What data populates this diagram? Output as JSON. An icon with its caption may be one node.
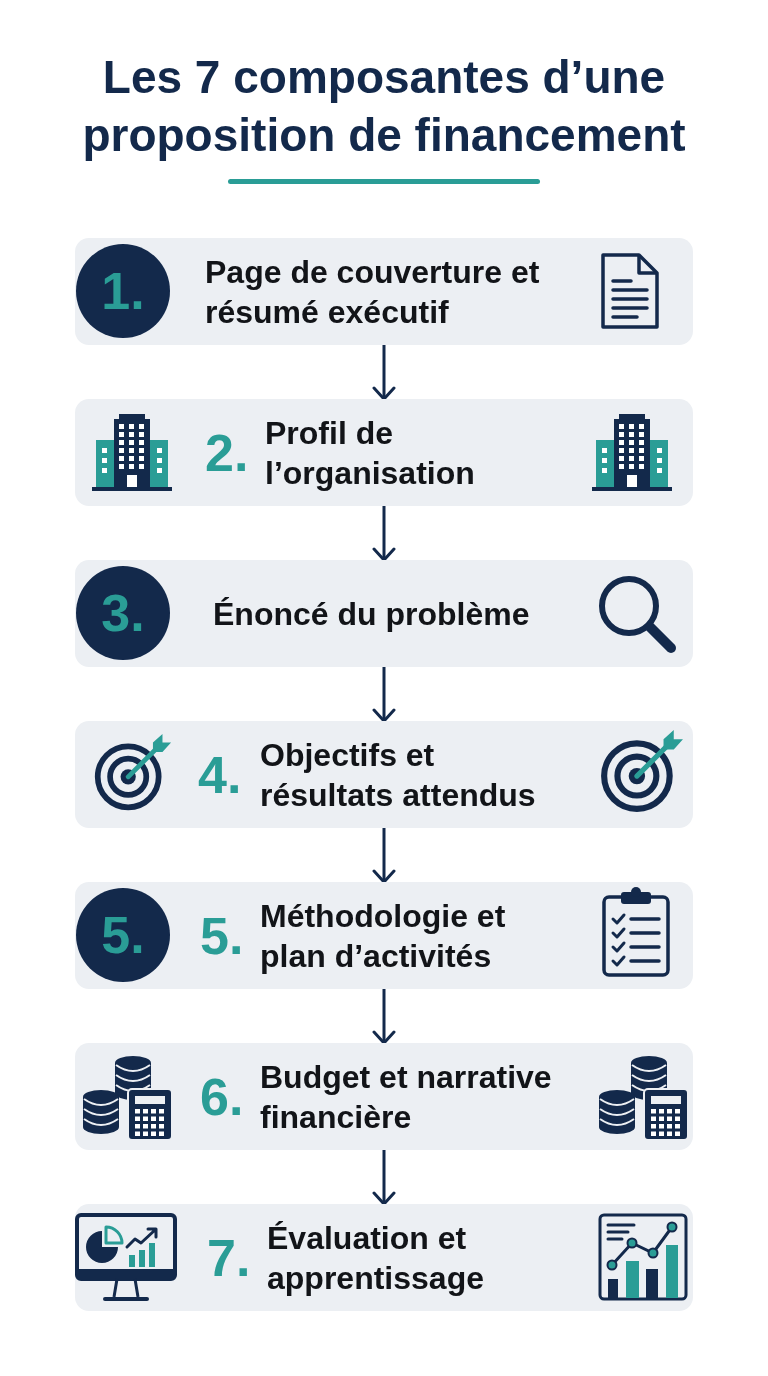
{
  "diagram": {
    "title": "Les 7 composantes d’une proposition de financement",
    "nodes": [
      {
        "text": [
          "Page de couverture et résumé exécutif"
        ]
      },
      {
        "text": [
          "1."
        ],
        "in": 0
      },
      {
        "text": [
          "2.",
          "Profil de l’organisation"
        ]
      },
      {
        "text": [
          "Énoncé du problème"
        ]
      },
      {
        "text": [
          "3."
        ],
        "in": 3
      },
      {
        "text": [
          "4.",
          "Objectifs et résultats attendus"
        ]
      },
      {
        "text": [
          "5.",
          "Méthodologie et plan d’activités"
        ]
      },
      {
        "text": [
          "5."
        ],
        "in": 6
      },
      {
        "text": [
          "6.",
          "Budget et narrative financière"
        ]
      },
      {
        "text": [
          "7.",
          "Évaluation et apprentissage"
        ]
      }
    ],
    "edges": [
      {
        "from": 0,
        "to": 2,
        "arrow": "to"
      },
      {
        "from": 2,
        "to": 3,
        "arrow": "to"
      },
      {
        "from": 3,
        "to": 5,
        "arrow": "to"
      },
      {
        "from": 5,
        "to": 6,
        "arrow": "to"
      },
      {
        "from": 6,
        "to": 8,
        "arrow": "to"
      },
      {
        "from": 8,
        "to": 9,
        "arrow": "to"
      }
    ]
  }
}
